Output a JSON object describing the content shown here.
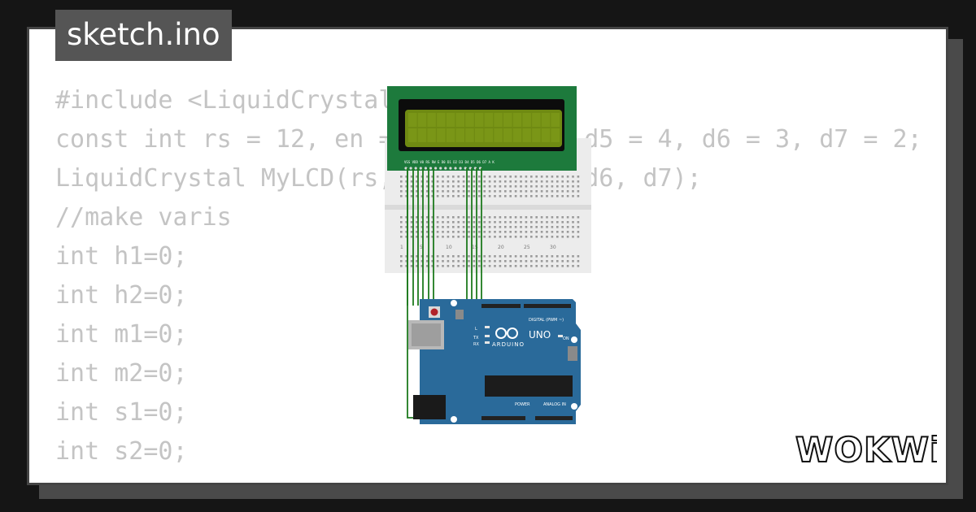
{
  "file_tab": {
    "label": "sketch.ino"
  },
  "code_lines": [
    "#include <LiquidCrystal.h>",
    "const int rs = 12, en = 11, d4 = 5, d5 = 4, d6 = 3, d7 = 2;",
    "LiquidCrystal MyLCD(rs, en, d4, d5, d6, d7);",
    "//make varis",
    "int h1=0;",
    "int h2=0;",
    "int m1=0;",
    "int m2=0;",
    "int s1=0;",
    "int s2=0;"
  ],
  "arduino": {
    "model_label": "UNO",
    "brand_label": "ARDUINO",
    "digital_label": "DIGITAL (PWM ~)",
    "power_label": "POWER",
    "analog_label": "ANALOG IN",
    "tx_label": "TX",
    "rx_label": "RX",
    "l_label": "L",
    "on_label": "ON"
  },
  "breadboard": {
    "col_labels": [
      "1",
      "5",
      "10",
      "15",
      "20",
      "25",
      "30"
    ]
  },
  "lcd": {
    "pin_labels": "VSS VDD V0 RS RW E D0 D1 D2 D3 D4 D5 D6 D7 A K"
  },
  "logo": {
    "text": "WOKWi"
  },
  "colors": {
    "background": "#151515",
    "card": "#ffffff",
    "tab": "#555555",
    "code_text": "#c4c4c4",
    "lcd_pcb": "#1d7a3c",
    "lcd_screen": "#6f8a12",
    "arduino_board": "#2a6a9a",
    "wire": "#1e7a1e"
  }
}
